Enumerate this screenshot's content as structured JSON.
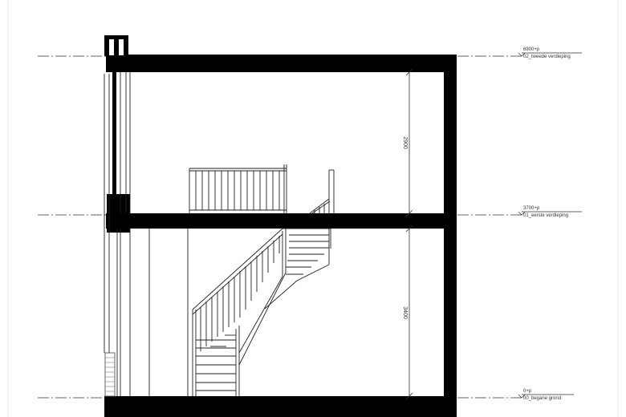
{
  "levels": [
    {
      "elevation": "6900+p",
      "name": "02_tweede verdieping"
    },
    {
      "elevation": "3700+p",
      "name": "01_eerste verdieping"
    },
    {
      "elevation": "0+p",
      "name": "00_begane grond"
    }
  ],
  "dimensions": {
    "upper": "2900",
    "lower": "3400"
  },
  "colors": {
    "wall": "#000000",
    "line": "#222222",
    "background": "#ffffff"
  }
}
